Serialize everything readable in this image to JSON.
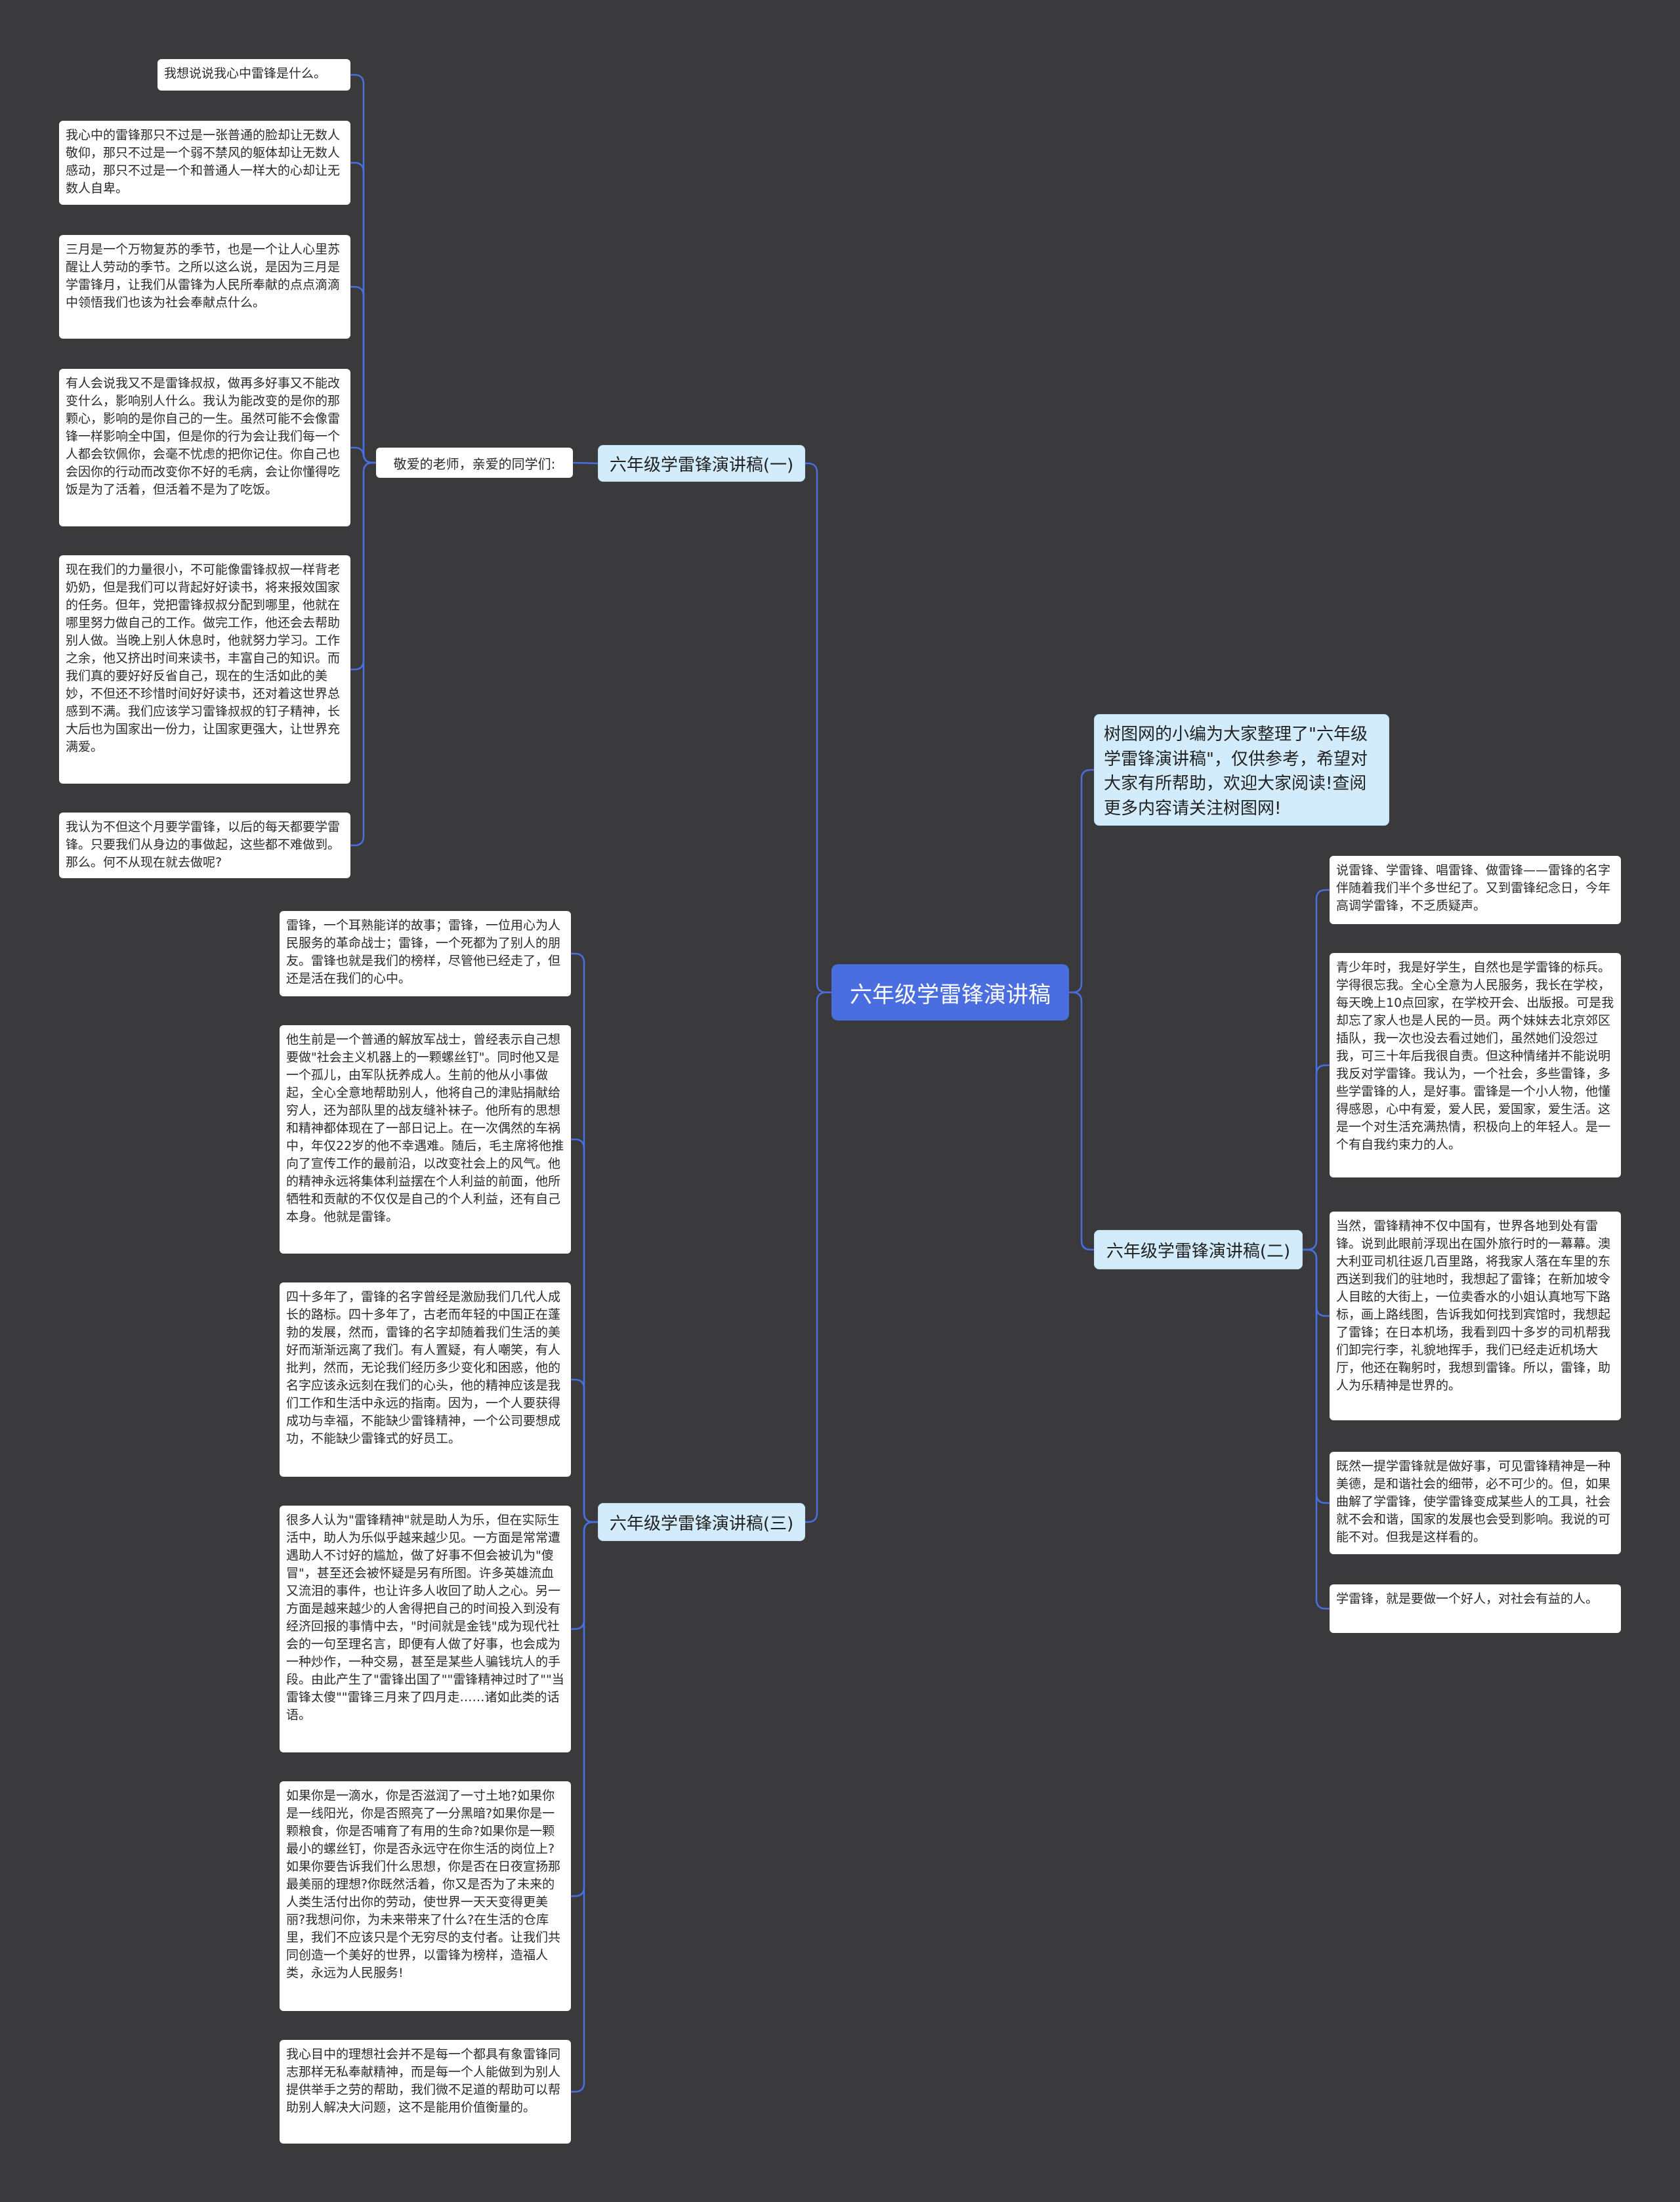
{
  "root": {
    "title": "六年级学雷锋演讲稿"
  },
  "intro": {
    "text": "树图网的小编为大家整理了\"六年级学雷锋演讲稿\"，仅供参考，希望对大家有所帮助，欢迎大家阅读!查阅更多内容请关注树图网!"
  },
  "branch1": {
    "title": "六年级学雷锋演讲稿(一)",
    "label": "敬爱的老师，亲爱的同学们:",
    "items": [
      "我想说说我心中雷锋是什么。",
      "我心中的雷锋那只不过是一张普通的脸却让无数人敬仰，那只不过是一个弱不禁风的躯体却让无数人感动，那只不过是一个和普通人一样大的心却让无数人自卑。",
      "三月是一个万物复苏的季节，也是一个让人心里苏醒让人劳动的季节。之所以这么说，是因为三月是学雷锋月，让我们从雷锋为人民所奉献的点点滴滴中领悟我们也该为社会奉献点什么。",
      "有人会说我又不是雷锋叔叔，做再多好事又不能改变什么，影响别人什么。我认为能改变的是你的那颗心，影响的是你自己的一生。虽然可能不会像雷锋一样影响全中国，但是你的行为会让我们每一个人都会钦佩你，会毫不忧虑的把你记住。你自己也会因你的行动而改变你不好的毛病，会让你懂得吃饭是为了活着，但活着不是为了吃饭。",
      "现在我们的力量很小，不可能像雷锋叔叔一样背老奶奶，但是我们可以背起好好读书，将来报效国家的任务。但年，党把雷锋叔叔分配到哪里，他就在哪里努力做自己的工作。做完工作，他还会去帮助别人做。当晚上别人休息时，他就努力学习。工作之余，他又挤出时间来读书，丰富自己的知识。而我们真的要好好反省自己，现在的生活如此的美妙，不但还不珍惜时间好好读书，还对着这世界总感到不满。我们应该学习雷锋叔叔的钉子精神，长大后也为国家出一份力，让国家更强大，让世界充满爱。",
      "我认为不但这个月要学雷锋，以后的每天都要学雷锋。只要我们从身边的事做起，这些都不难做到。那么。何不从现在就去做呢?"
    ]
  },
  "branch2": {
    "title": "六年级学雷锋演讲稿(二)",
    "items": [
      "说雷锋、学雷锋、唱雷锋、做雷锋——雷锋的名字伴随着我们半个多世纪了。又到雷锋纪念日，今年高调学雷锋，不乏质疑声。",
      "青少年时，我是好学生，自然也是学雷锋的标兵。学得很忘我。全心全意为人民服务，我长在学校，每天晚上10点回家，在学校开会、出版报。可是我却忘了家人也是人民的一员。两个妹妹去北京郊区插队，我一次也没去看过她们，虽然她们没怨过我，可三十年后我很自责。但这种情绪并不能说明我反对学雷锋。我认为，一个社会，多些雷锋，多些学雷锋的人，是好事。雷锋是一个小人物，他懂得感恩，心中有爱，爱人民，爱国家，爱生活。这是一个对生活充满热情，积极向上的年轻人。是一个有自我约束力的人。",
      "当然，雷锋精神不仅中国有，世界各地到处有雷锋。说到此眼前浮现出在国外旅行时的一幕幕。澳大利亚司机往返几百里路，将我家人落在车里的东西送到我们的驻地时，我想起了雷锋；在新加坡令人目眩的大街上，一位卖香水的小姐认真地写下路标，画上路线图，告诉我如何找到宾馆时，我想起了雷锋；在日本机场，我看到四十多岁的司机帮我们卸完行李，礼貌地挥手，我们已经走近机场大厅，他还在鞠躬时，我想到雷锋。所以，雷锋，助人为乐精神是世界的。",
      "既然一提学雷锋就是做好事，可见雷锋精神是一种美德，是和谐社会的细带，必不可少的。但，如果曲解了学雷锋，使学雷锋变成某些人的工具，社会就不会和谐，国家的发展也会受到影响。我说的可能不对。但我是这样看的。",
      "学雷锋，就是要做一个好人，对社会有益的人。"
    ]
  },
  "branch3": {
    "title": "六年级学雷锋演讲稿(三)",
    "items": [
      "雷锋，一个耳熟能详的故事；雷锋，一位用心为人民服务的革命战士；雷锋，一个死都为了别人的朋友。雷锋也就是我们的榜样，尽管他已经走了，但还是活在我们的心中。",
      "他生前是一个普通的解放军战士，曾经表示自己想要做\"社会主义机器上的一颗螺丝钉\"。同时他又是一个孤儿，由军队抚养成人。生前的他从小事做起，全心全意地帮助别人，他将自己的津贴捐献给穷人，还为部队里的战友缝补袜子。他所有的思想和精神都体现在了一部日记上。在一次偶然的车祸中，年仅22岁的他不幸遇难。随后，毛主席将他推向了宣传工作的最前沿，以改变社会上的风气。他的精神永远将集体利益摆在个人利益的前面，他所牺牲和贡献的不仅仅是自己的个人利益，还有自己本身。他就是雷锋。",
      "四十多年了，雷锋的名字曾经是激励我们几代人成长的路标。四十多年了，古老而年轻的中国正在蓬勃的发展，然而，雷锋的名字却随着我们生活的美好而渐渐远离了我们。有人置疑，有人嘲笑，有人批判，然而，无论我们经历多少变化和困惑，他的名字应该永远刻在我们的心头，他的精神应该是我们工作和生活中永远的指南。因为，一个人要获得成功与幸福，不能缺少雷锋精神，一个公司要想成功，不能缺少雷锋式的好员工。",
      "很多人认为\"雷锋精神\"就是助人为乐，但在实际生活中，助人为乐似乎越来越少见。一方面是常常遭遇助人不讨好的尴尬，做了好事不但会被讥为\"傻冒\"，甚至还会被怀疑是另有所图。许多英雄流血又流泪的事件，也让许多人收回了助人之心。另一方面是越来越少的人舍得把自己的时间投入到没有经济回报的事情中去，\"时间就是金钱\"成为现代社会的一句至理名言，即便有人做了好事，也会成为一种炒作，一种交易，甚至是某些人骗钱坑人的手段。由此产生了\"雷锋出国了\"\"雷锋精神过时了\"\"当雷锋太傻\"\"雷锋三月来了四月走……诸如此类的话语。",
      "如果你是一滴水，你是否滋润了一寸土地?如果你是一线阳光，你是否照亮了一分黑暗?如果你是一颗粮食，你是否哺育了有用的生命?如果你是一颗最小的螺丝钉，你是否永远守在你生活的岗位上?如果你要告诉我们什么思想，你是否在日夜宣扬那最美丽的理想?你既然活着，你又是否为了未来的人类生活付出你的劳动，使世界一天天变得更美丽?我想问你，为未来带来了什么?在生活的仓库里，我们不应该只是个无穷尽的支付者。让我们共同创造一个美好的世界，以雷锋为榜样，造福人类，永远为人民服务!",
      "我心目中的理想社会并不是每一个都具有象雷锋同志那样无私奉献精神，而是每一个人能做到为别人提供举手之劳的帮助，我们微不足道的帮助可以帮助别人解决大问题，这不是能用价值衡量的。"
    ]
  },
  "colors": {
    "root": "#4a6ee0",
    "branch": "#d3ecfb",
    "wire": "#4a6ee0",
    "background": "#3a393b"
  }
}
